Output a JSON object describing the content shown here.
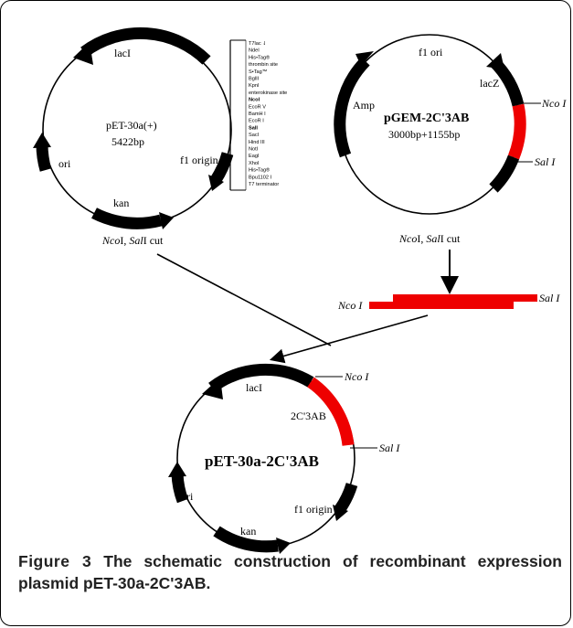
{
  "plasmid_pet30": {
    "name": "pET-30a(+)",
    "size": "5422bp",
    "genes": {
      "lacI": "lacI",
      "ori": "ori",
      "f1": "f1 origin",
      "kan": "kan"
    },
    "cut_label": {
      "enzyme1": "Nco",
      "numeral1": "I",
      "separator": ", ",
      "enzyme2": "Sal",
      "numeral2": "I",
      "suffix": " cut"
    }
  },
  "site_list": [
    "T7lac ⇃",
    "NdeI",
    "His•Tag®",
    "thrombin site",
    "S•Tag™",
    "BglII",
    "KpnI",
    "enterokinase site",
    "NcoI",
    "EcoR V",
    "BamH I",
    "EcoR I",
    "SalI",
    "SacI",
    "Hind III",
    "NotI",
    "EagI",
    "XhoI",
    "His•Tag®",
    "Bpu1102 I",
    "T7 terminator"
  ],
  "site_list_highlight": {
    "NcoI": "#e00000",
    "SalI": "#e00000"
  },
  "plasmid_pgem": {
    "name": "pGEM-2C'3AB",
    "size": "3000bp+1155bp",
    "genes": {
      "f1": "f1 ori",
      "amp": "Amp",
      "lacz": "lacZ"
    },
    "site_nco": "Nco I",
    "site_sal": "Sal I",
    "cut_label": {
      "enzyme1": "Nco",
      "numeral1": "I",
      "separator": ", ",
      "enzyme2": "Sal",
      "numeral2": "I",
      "suffix": " cut"
    }
  },
  "fragment": {
    "left": "Nco I",
    "right": "Sal I"
  },
  "plasmid_recombinant": {
    "name": "pET-30a-2C'3AB",
    "insert": "2C'3AB",
    "genes": {
      "lacI": "lacI",
      "ori": "ori",
      "f1": "f1 origin",
      "kan": "kan"
    },
    "site_nco": "Nco I",
    "site_sal": "Sal I"
  },
  "caption": {
    "figure": "Figure 3",
    "text": "The schematic construction of recombinant expression plasmid pET-30a-2C'3AB."
  },
  "colors": {
    "insert": "#ee0000",
    "gene": "#000000"
  }
}
